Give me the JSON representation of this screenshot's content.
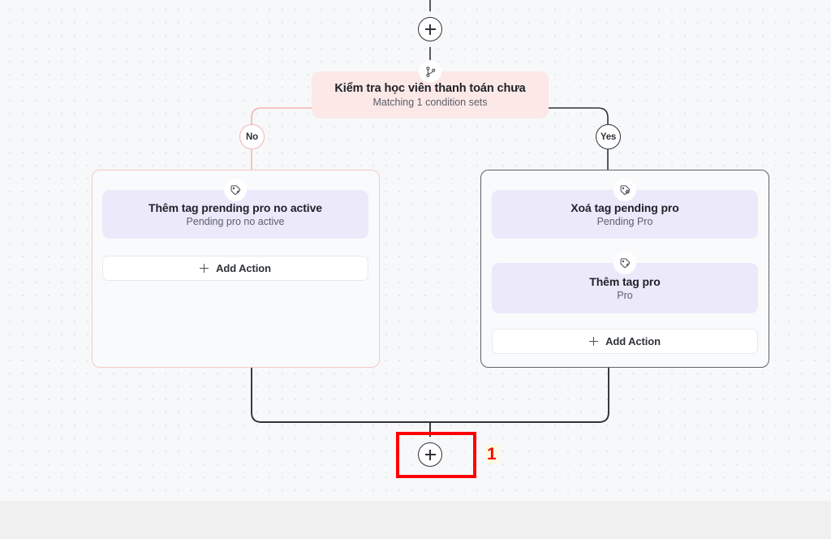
{
  "canvas": {
    "background_color": "#f7f8fa",
    "dot_color": "#e4e6ea",
    "footer_color": "#f0f0f0"
  },
  "top_add_node": {
    "icon": "plus-circle-icon",
    "label": ""
  },
  "condition_node": {
    "icon": "branch-split-icon",
    "title": "Kiểm tra học viên thanh toán chưa",
    "subtitle": "Matching 1 condition sets",
    "background_color": "#fbe8e7"
  },
  "branches": [
    {
      "key": "no",
      "badge_label": "No",
      "badge_border_color": "#f3b5b2",
      "container_border_color": "#f6c9c6",
      "connector_color": "#f3b5b2",
      "actions": [
        {
          "icon": "tag-add-icon",
          "title": "Thêm tag prending pro no active",
          "subtitle": "Pending pro no active",
          "background_color": "#ece9fb"
        }
      ],
      "add_action_label": "Add Action",
      "add_action_icon": "plus-icon"
    },
    {
      "key": "yes",
      "badge_label": "Yes",
      "badge_border_color": "#2f3237",
      "container_border_color": "#5d6068",
      "connector_color": "#2f3237",
      "actions": [
        {
          "icon": "tag-remove-icon",
          "title": "Xoá tag pending pro",
          "subtitle": "Pending Pro",
          "background_color": "#ece9fb"
        },
        {
          "icon": "tag-add-icon",
          "title": "Thêm tag pro",
          "subtitle": "Pro",
          "background_color": "#ece9fb"
        }
      ],
      "add_action_label": "Add Action",
      "add_action_icon": "plus-icon"
    }
  ],
  "bottom_add_node": {
    "icon": "plus-circle-icon",
    "highlight_color": "#ff0000",
    "marker_label": "1",
    "marker_text_color": "#ff0000",
    "marker_background_color": "#fcfbe0"
  }
}
